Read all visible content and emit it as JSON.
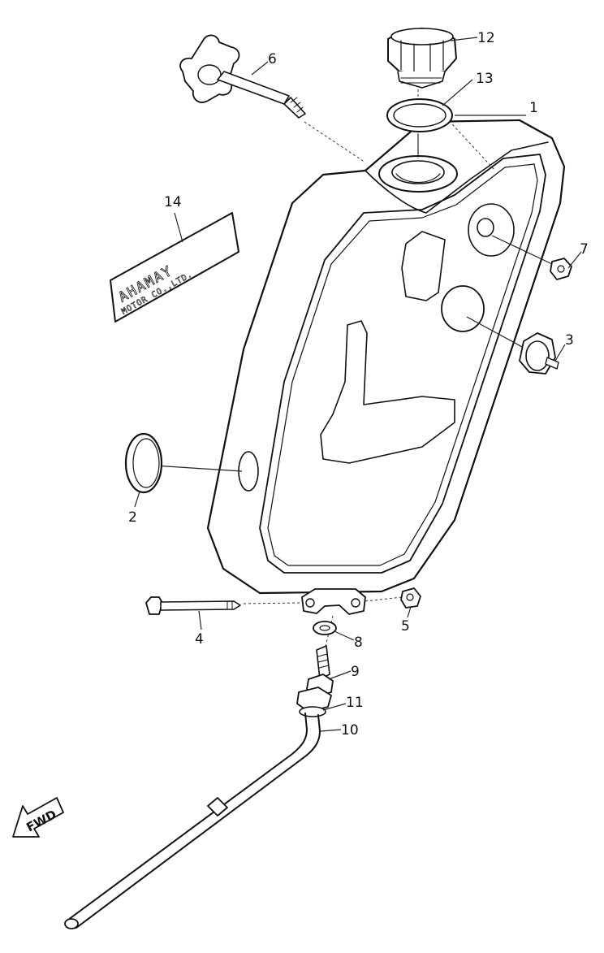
{
  "diagram": {
    "type": "exploded-parts-diagram",
    "colors": {
      "ink": "#111111",
      "paper": "#ffffff"
    },
    "direction_label": "FWD",
    "decal": {
      "line1": "AHAMAY",
      "line2": "MOTOR CO.,LTD."
    },
    "callouts": [
      {
        "id": "1",
        "label": "1"
      },
      {
        "id": "2",
        "label": "2"
      },
      {
        "id": "3",
        "label": "3"
      },
      {
        "id": "4",
        "label": "4"
      },
      {
        "id": "5",
        "label": "5"
      },
      {
        "id": "6",
        "label": "6"
      },
      {
        "id": "7",
        "label": "7"
      },
      {
        "id": "8",
        "label": "8"
      },
      {
        "id": "9",
        "label": "9"
      },
      {
        "id": "10",
        "label": "10"
      },
      {
        "id": "11",
        "label": "11"
      },
      {
        "id": "12",
        "label": "12"
      },
      {
        "id": "13",
        "label": "13"
      },
      {
        "id": "14",
        "label": "14"
      }
    ]
  }
}
